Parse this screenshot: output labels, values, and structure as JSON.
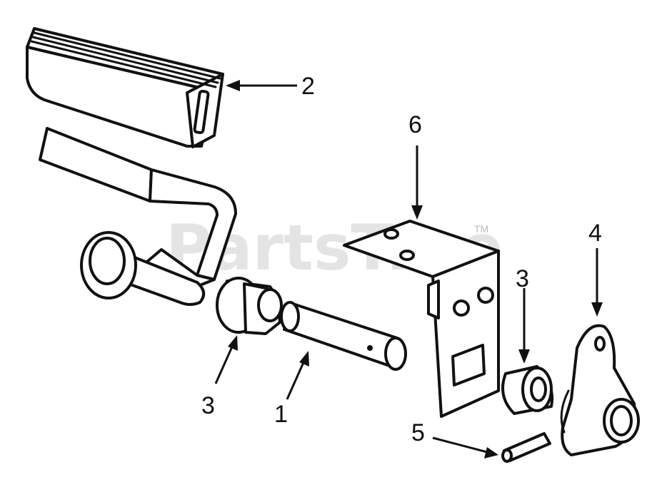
{
  "watermark": {
    "brand": "PartsTree",
    "trademark": "TM"
  },
  "callouts": [
    {
      "id": "pin",
      "label": "1"
    },
    {
      "id": "pedal-pad",
      "label": "2"
    },
    {
      "id": "bushing-left",
      "label": "3"
    },
    {
      "id": "bushing-right",
      "label": "3"
    },
    {
      "id": "link-plate",
      "label": "4"
    },
    {
      "id": "roll-pin",
      "label": "5"
    },
    {
      "id": "bracket",
      "label": "6"
    }
  ]
}
